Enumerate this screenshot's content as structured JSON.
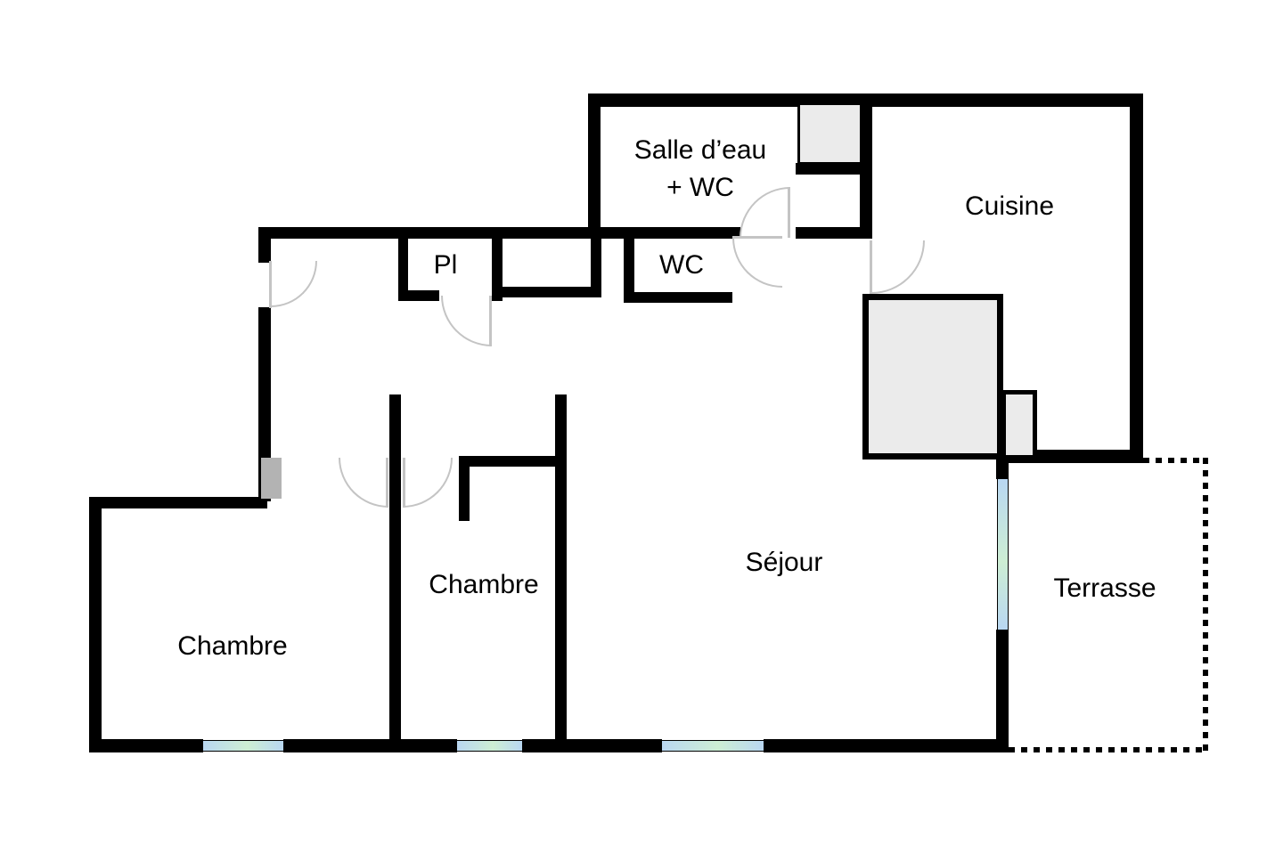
{
  "rooms": {
    "salle_eau": {
      "line1": "Salle d’eau",
      "line2": "+ WC"
    },
    "cuisine": "Cuisine",
    "placard": "Pl",
    "wc": "WC",
    "chambre_small": "Chambre",
    "chambre_large": "Chambre",
    "sejour": "Séjour",
    "terrasse": "Terrasse"
  },
  "colors": {
    "wall": "#000000",
    "fixture_fill": "#ebebeb",
    "shaft_fill": "#b3b3b3",
    "window_blue": "#b9d7f2",
    "window_green": "#cdeed3",
    "door_arc_stroke": "#c4c4c4",
    "background": "#ffffff"
  }
}
